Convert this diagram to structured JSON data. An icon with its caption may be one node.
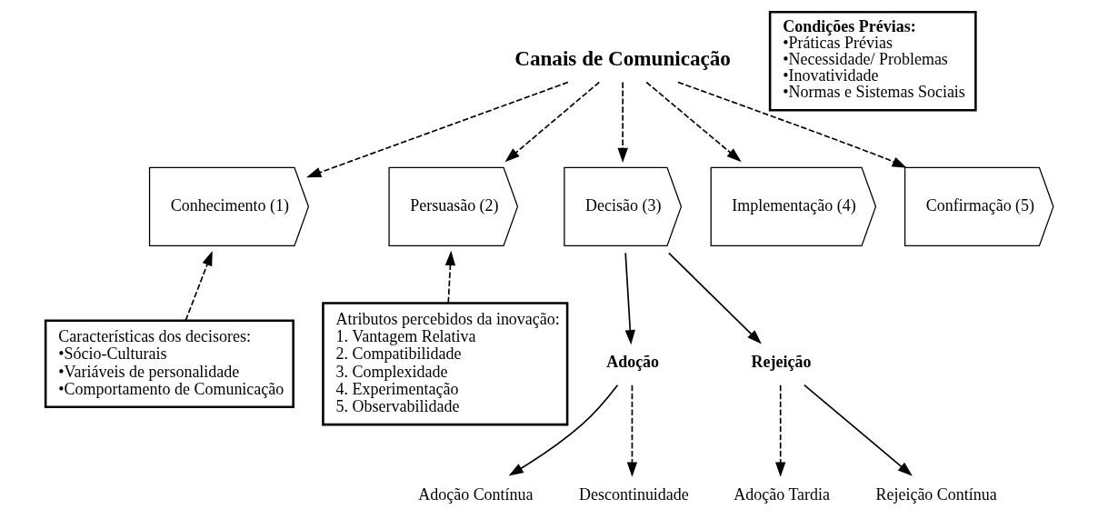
{
  "diagram": {
    "nodes": [
      {
        "text": [
          "Canais de Comunicação"
        ]
      },
      {
        "text": [
          "Condições Prévias:",
          "•Práticas Prévias",
          "•Necessidade/ Problemas",
          "•Inovatividade",
          "•Normas e Sistemas Sociais"
        ]
      },
      {
        "text": [
          "Conhecimento (1)"
        ]
      },
      {
        "text": [
          "Persuasão (2)"
        ]
      },
      {
        "text": [
          "Decisão (3)"
        ]
      },
      {
        "text": [
          "Implementação (4)"
        ]
      },
      {
        "text": [
          "Confirmação (5)"
        ]
      },
      {
        "text": [
          "Características dos decisores:",
          "•Sócio-Culturais",
          "•Variáveis de personalidade",
          "•Comportamento de Comunicação"
        ]
      },
      {
        "text": [
          "Atributos percebidos da inovação:",
          "1. Vantagem Relativa",
          "2. Compatibilidade",
          "3. Complexidade",
          "4. Experimentação",
          "5. Observabilidade"
        ]
      },
      {
        "text": [
          "Adoção"
        ]
      },
      {
        "text": [
          "Rejeição"
        ]
      },
      {
        "text": [
          "Adoção Contínua"
        ]
      },
      {
        "text": [
          "Adoção Tardia"
        ]
      },
      {
        "text": [
          "Descontinuidade"
        ]
      },
      {
        "text": [
          "Rejeição Contínua"
        ]
      }
    ],
    "edges": [
      {
        "from": 0,
        "to": 2,
        "arrow": "to",
        "style": "dashed"
      },
      {
        "from": 0,
        "to": 3,
        "arrow": "to",
        "style": "dashed"
      },
      {
        "from": 0,
        "to": 4,
        "arrow": "to",
        "style": "dashed"
      },
      {
        "from": 0,
        "to": 5,
        "arrow": "to",
        "style": "dashed"
      },
      {
        "from": 0,
        "to": 6,
        "arrow": "to",
        "style": "dashed"
      },
      {
        "from": 7,
        "to": 2,
        "arrow": "to",
        "style": "dashed"
      },
      {
        "from": 8,
        "to": 3,
        "arrow": "to",
        "style": "dashed"
      },
      {
        "from": 4,
        "to": 9,
        "arrow": "to"
      },
      {
        "from": 4,
        "to": 10,
        "arrow": "to"
      },
      {
        "from": 9,
        "to": 11,
        "arrow": "to"
      },
      {
        "from": 9,
        "to": 13,
        "arrow": "to",
        "style": "dashed"
      },
      {
        "from": 10,
        "to": 12,
        "arrow": "to",
        "style": "dashed"
      },
      {
        "from": 10,
        "to": 14,
        "arrow": "to"
      }
    ]
  }
}
